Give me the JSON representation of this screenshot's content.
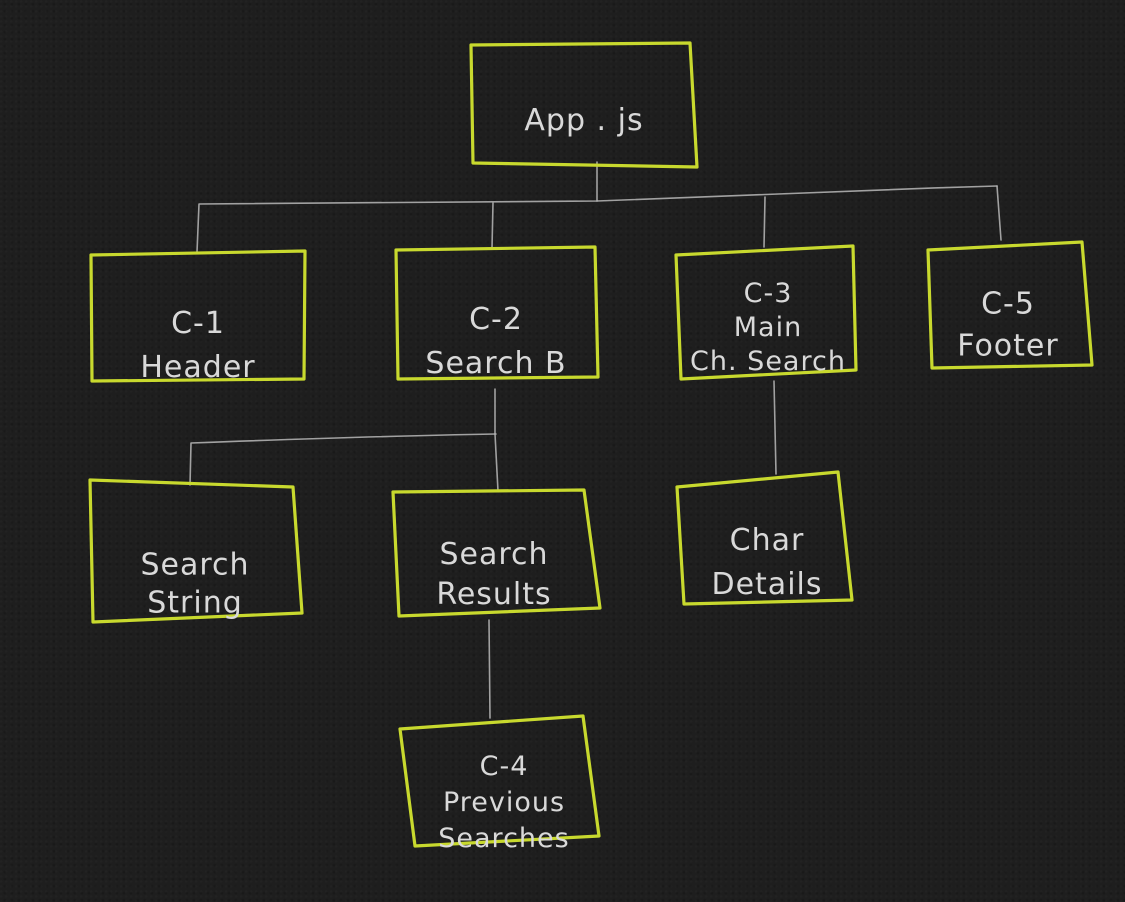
{
  "colors": {
    "background": "#1e1e1e",
    "box_stroke": "#c8d92e",
    "line_stroke": "#b9b9b9",
    "text": "#d9d9d9"
  },
  "nodes": {
    "app": {
      "lines": [
        "App . js"
      ]
    },
    "header": {
      "lines": [
        "C-1",
        "Header"
      ]
    },
    "search_bar": {
      "lines": [
        "C-2",
        "Search B"
      ]
    },
    "main_search": {
      "lines": [
        "C-3",
        "Main",
        "Ch. Search"
      ]
    },
    "footer": {
      "lines": [
        "C-5",
        "Footer"
      ]
    },
    "search_string": {
      "lines": [
        "Search",
        "String"
      ]
    },
    "search_results": {
      "lines": [
        "Search",
        "Results"
      ]
    },
    "char_details": {
      "lines": [
        "Char",
        "Details"
      ]
    },
    "previous_searches": {
      "lines": [
        "C-4",
        "Previous",
        "Searches"
      ]
    }
  },
  "edges": [
    {
      "from": "app",
      "to": "header"
    },
    {
      "from": "app",
      "to": "search_bar"
    },
    {
      "from": "app",
      "to": "main_search"
    },
    {
      "from": "app",
      "to": "footer"
    },
    {
      "from": "search_bar",
      "to": "search_string"
    },
    {
      "from": "search_bar",
      "to": "search_results"
    },
    {
      "from": "main_search",
      "to": "char_details"
    },
    {
      "from": "search_results",
      "to": "previous_searches"
    }
  ]
}
